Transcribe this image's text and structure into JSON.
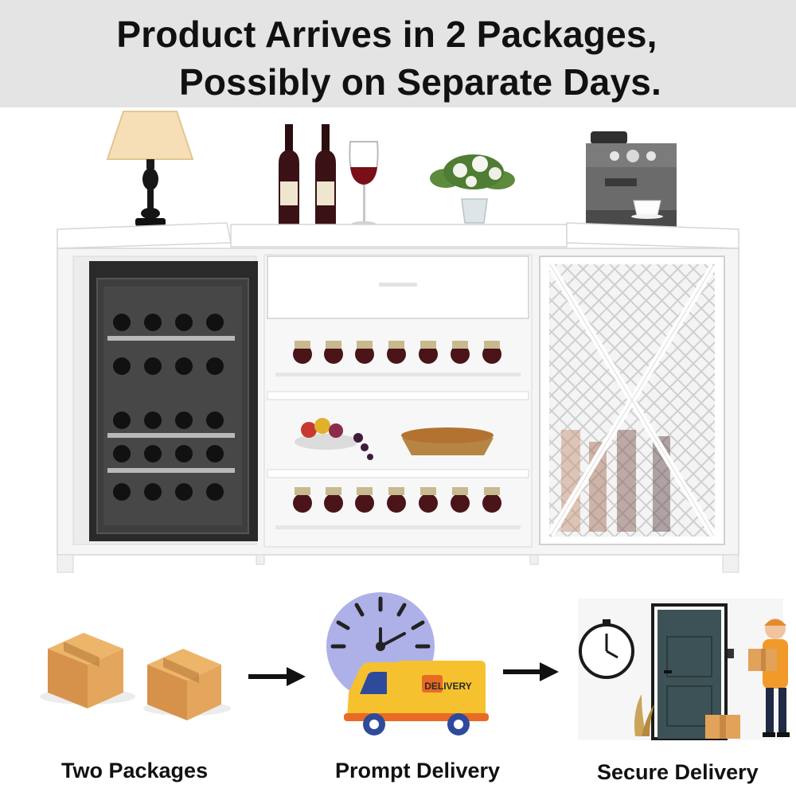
{
  "banner": {
    "line1": "Product Arrives in 2 Packages,",
    "line2": "Possibly on Separate Days."
  },
  "truck_label": "DELIVERY",
  "steps": [
    {
      "label": "Two Packages",
      "icon": "cardboard-boxes-icon"
    },
    {
      "label": "Prompt Delivery",
      "icon": "delivery-truck-clock-icon"
    },
    {
      "label": "Secure Delivery",
      "icon": "door-delivery-person-icon"
    }
  ],
  "colors": {
    "banner_bg": "#e4e4e4",
    "box": "#e2a25a",
    "truck": "#f6c12f",
    "clock_face": "#aeb1e8",
    "door": "#3d5256"
  }
}
